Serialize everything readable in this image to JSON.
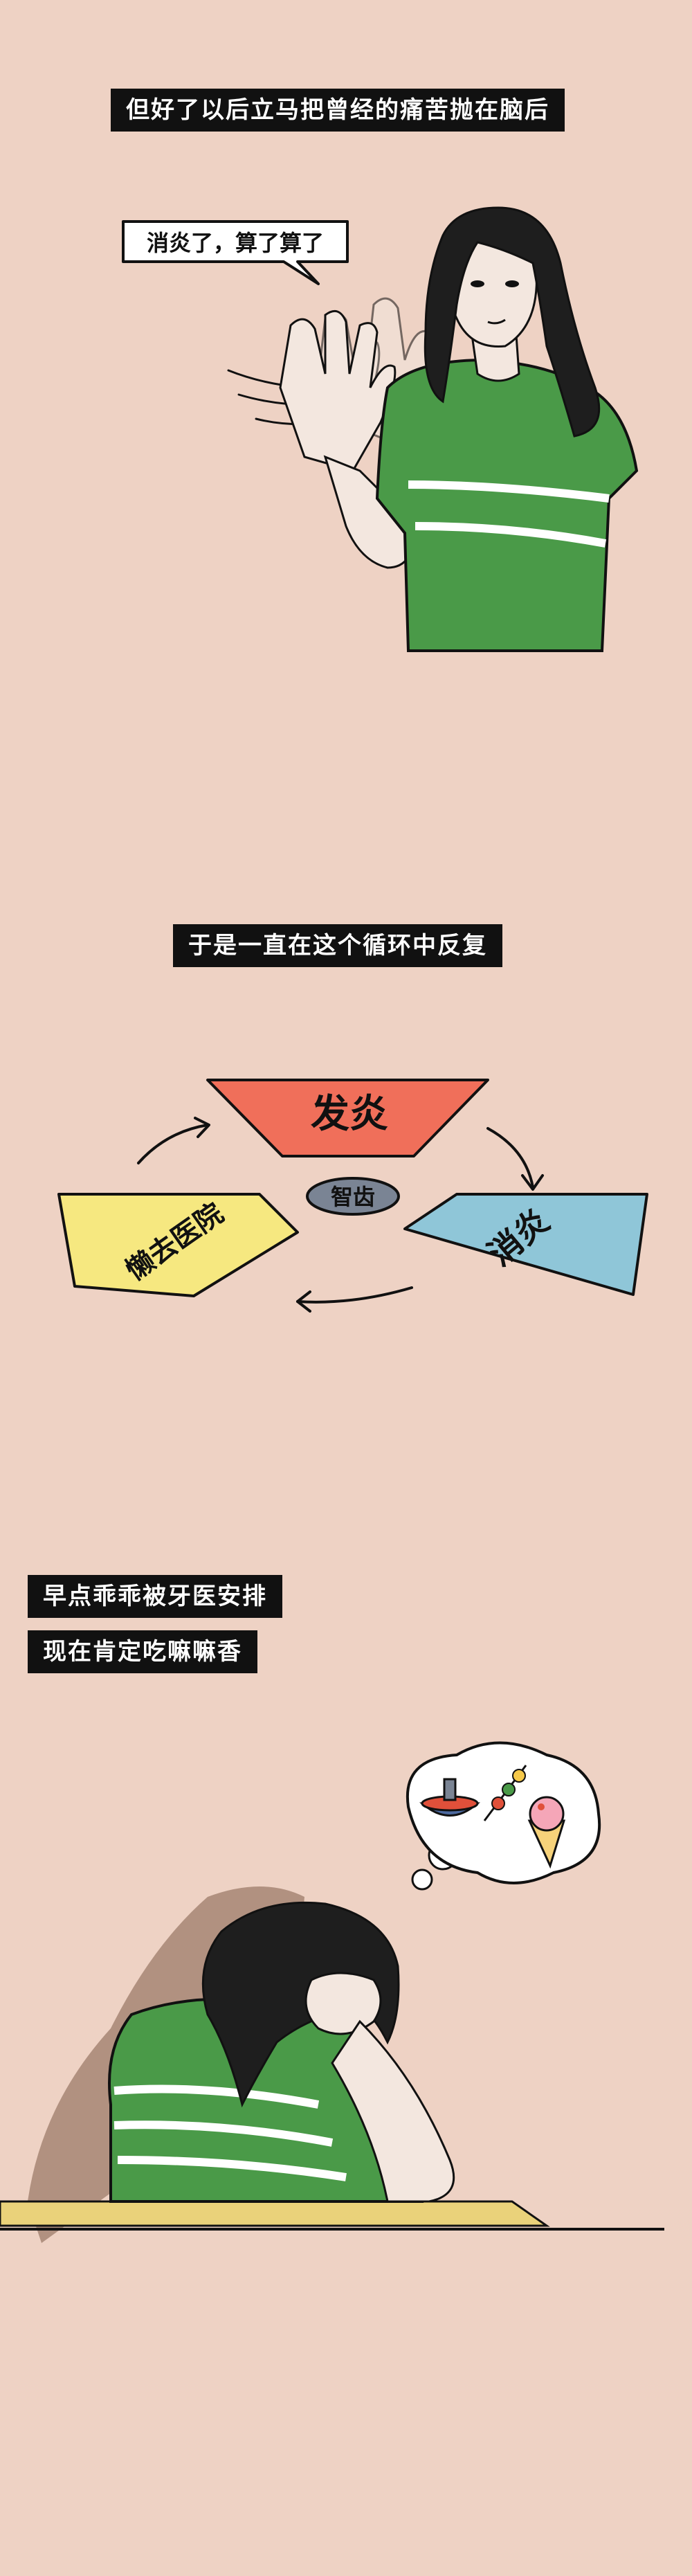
{
  "panel1": {
    "caption": "但好了以后立马把曾经的痛苦抛在脑后",
    "speech": "消炎了，算了算了"
  },
  "panel2": {
    "caption": "于是一直在这个循环中反复",
    "cycle": {
      "top": "发炎",
      "right": "消炎",
      "left": "懒去医院",
      "center": "智齿"
    }
  },
  "panel3": {
    "caption_line1": "早点乖乖被牙医安排",
    "caption_line2": "现在肯定吃嘛嘛香"
  },
  "colors": {
    "background": "#eed2c4",
    "shirt_green": "#4a9a48",
    "skin": "#f3e7df",
    "hair": "#1e1e1e",
    "inflamed_red": "#f06f5a",
    "calm_blue": "#8fc6d8",
    "lazy_yellow": "#f6e880",
    "center_gray": "#7a8494",
    "desk_yellow": "#ead27a"
  }
}
